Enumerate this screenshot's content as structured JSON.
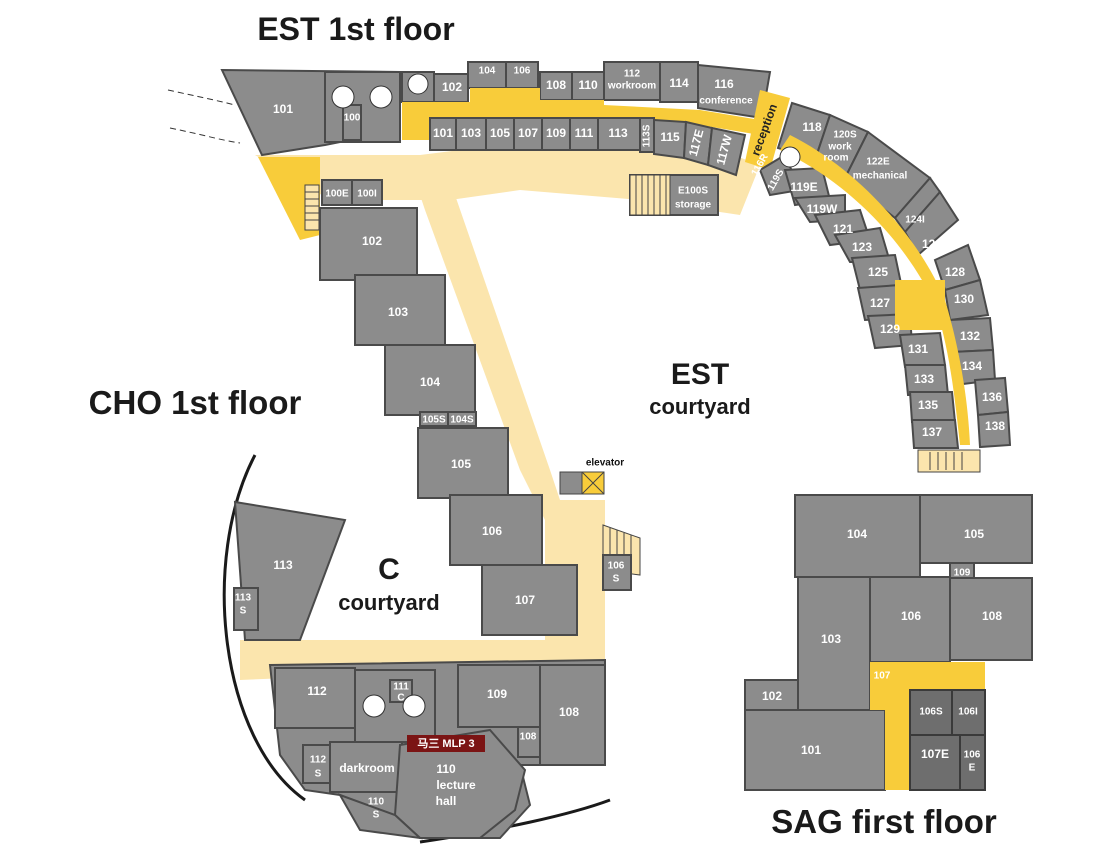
{
  "titles": {
    "est_floor": "EST 1st floor",
    "cho_floor": "CHO 1st floor",
    "sag_floor": "SAG first floor",
    "est_courtyard_1": "EST",
    "est_courtyard_2": "courtyard",
    "c_courtyard_1": "C",
    "c_courtyard_2": "courtyard"
  },
  "est_rooms_top": {
    "r101": "101",
    "r102": "102",
    "r104": "104",
    "r106": "106",
    "r108": "108",
    "r110": "110",
    "r112": "112",
    "r112b": "workroom",
    "r114": "114",
    "r116": "116",
    "r116b": "conference",
    "r118": "118",
    "r120s_1": "120S",
    "r120s_2": "work",
    "r120s_3": "room",
    "r122e_1": "122E",
    "r122e_2": "mechanical",
    "reception": "reception"
  },
  "est_rooms_mid": {
    "r101": "101",
    "r103": "103",
    "r105": "105",
    "r107": "107",
    "r109": "109",
    "r111": "111",
    "r113": "113",
    "r113s": "113S",
    "r115": "115",
    "r117e": "117E",
    "r117w": "117W",
    "r119e": "119E",
    "r119w": "119W",
    "r119s": "119S",
    "r116r": "116R",
    "r100e": "100E",
    "r100i": "100I",
    "r100": "100",
    "e100s_1": "E100S",
    "e100s_2": "storage"
  },
  "est_rooms_arc": {
    "r121": "121",
    "r123": "123",
    "r124i": "124I",
    "r125": "125",
    "r126": "126",
    "r127": "127",
    "r128": "128",
    "r129": "129",
    "r130": "130",
    "r131": "131",
    "r132": "132",
    "r133": "133",
    "r134": "134",
    "r135": "135",
    "r136": "136",
    "r137": "137",
    "r138": "138"
  },
  "cho_rooms": {
    "r102": "102",
    "r103": "103",
    "r104": "104",
    "r104s": "104S",
    "r105s": "105S",
    "r105": "105",
    "r106": "106",
    "r106s_1": "106",
    "r106s_2": "S",
    "r107": "107",
    "r108": "108",
    "r108s": "108",
    "r109": "109",
    "r110_1": "110",
    "r110_2": "lecture",
    "r110_3": "hall",
    "r110s_1": "110",
    "r110s_2": "S",
    "r111": "111",
    "r111c": "C",
    "r112": "112",
    "r112s_1": "112",
    "r112s_2": "S",
    "r113": "113",
    "r113s_1": "113",
    "r113s_2": "S",
    "darkroom": "darkroom",
    "elevator": "elevator"
  },
  "sag_rooms": {
    "r101": "101",
    "r102": "102",
    "r103": "103",
    "r104": "104",
    "r105": "105",
    "r106": "106",
    "r106s": "106S",
    "r106i": "106I",
    "r106e_1": "106",
    "r106e_2": "E",
    "r107": "107",
    "r107e": "107E",
    "r108": "108",
    "r109": "109"
  },
  "badge": {
    "text": "马三 MLP 3"
  },
  "colors": {
    "room": "#8c8c8c",
    "hallway": "#fbe5ad",
    "highlight": "#f8cc3a",
    "badge": "#7b1414"
  }
}
